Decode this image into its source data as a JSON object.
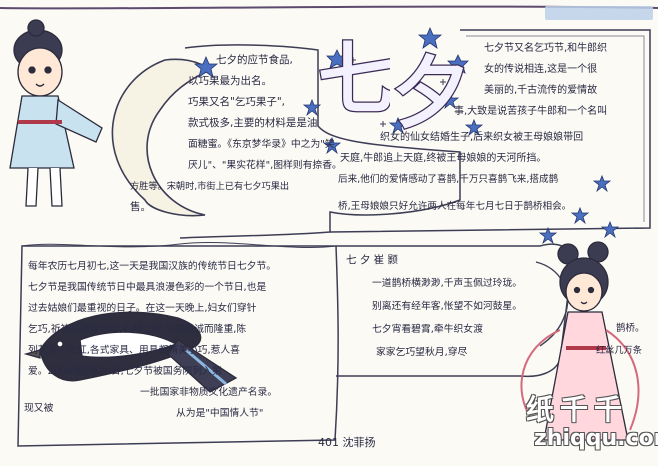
{
  "watermark": {
    "site_top": ""
  },
  "title": {
    "char1": "七",
    "char2": "夕"
  },
  "food_section": {
    "lines": [
      "七夕的应节食品,",
      "以巧果最为出名。",
      "巧果又名\"乞巧果子\",",
      "款式极多,主要的材料是是油",
      "面糖蜜。《东京梦华录》中之为\"笑",
      "厌儿\"、\"果实花样\",图样则有捺香。",
      "方胜等。宋朝时,市街上已有七夕巧果出",
      "售。"
    ]
  },
  "legend_section": {
    "lines": [
      "七夕节又名乞巧节,和牛郎织",
      "女的传说相连,这是一个很",
      "美丽的,千古流传的爱情故",
      "事,大致是说苦孩子牛郎和一个名叫",
      "织女的仙女结婚生子,后来织女被王母娘娘带回",
      "天庭,牛郎追上天庭,终被王母娘娘的天河所挡。",
      "后来,他们的爱情感动了喜鹊,千万只喜鹊飞来,搭成鹊",
      "桥,王母娘娘只好允许两人在每年七月七日于鹊桥相会。"
    ]
  },
  "history_section": {
    "lines": [
      "每年农历七月初七,这一天是我国汉族的传统节日七夕节。",
      "七夕节是我国传统节日中最具浪漫色彩的一个节日,也是",
      "过去姑娘们最重视的日子。在这一天晚上,妇女们穿针",
      "乞巧,祈祷福禄寿活动,礼拜七姐,仪式虔诚而隆重,陈",
      "列花果、女红,各式家具、用具都精美小巧,惹人喜",
      "爱。2006年5月20日,七夕节被国务院列入第",
      "一批国家非物质文化遗产名录。",
      "从为是\"中国情人节\"",
      "现又被"
    ]
  },
  "poem_section": {
    "heading": "七 夕  崔 颢",
    "lines": [
      "一道鹊桥横渺渺,千声玉佩过玲珑。",
      "别离还有经年客,怅望不如河鼓星。",
      "七夕宵看碧霄,牵牛织女渡",
      "家家乞巧望秋月,穿尽",
      "鹊桥。",
      "红丝几万条"
    ]
  },
  "author": {
    "label": "401 沈菲扬"
  },
  "footer_watermark": {
    "brand": "纸千千",
    "url": "zhiqqu.com"
  },
  "colors": {
    "ink": "#2a2a44",
    "border": "#4a3c66",
    "stars": "#3b5fb0",
    "paper": "#fbfaf4"
  }
}
